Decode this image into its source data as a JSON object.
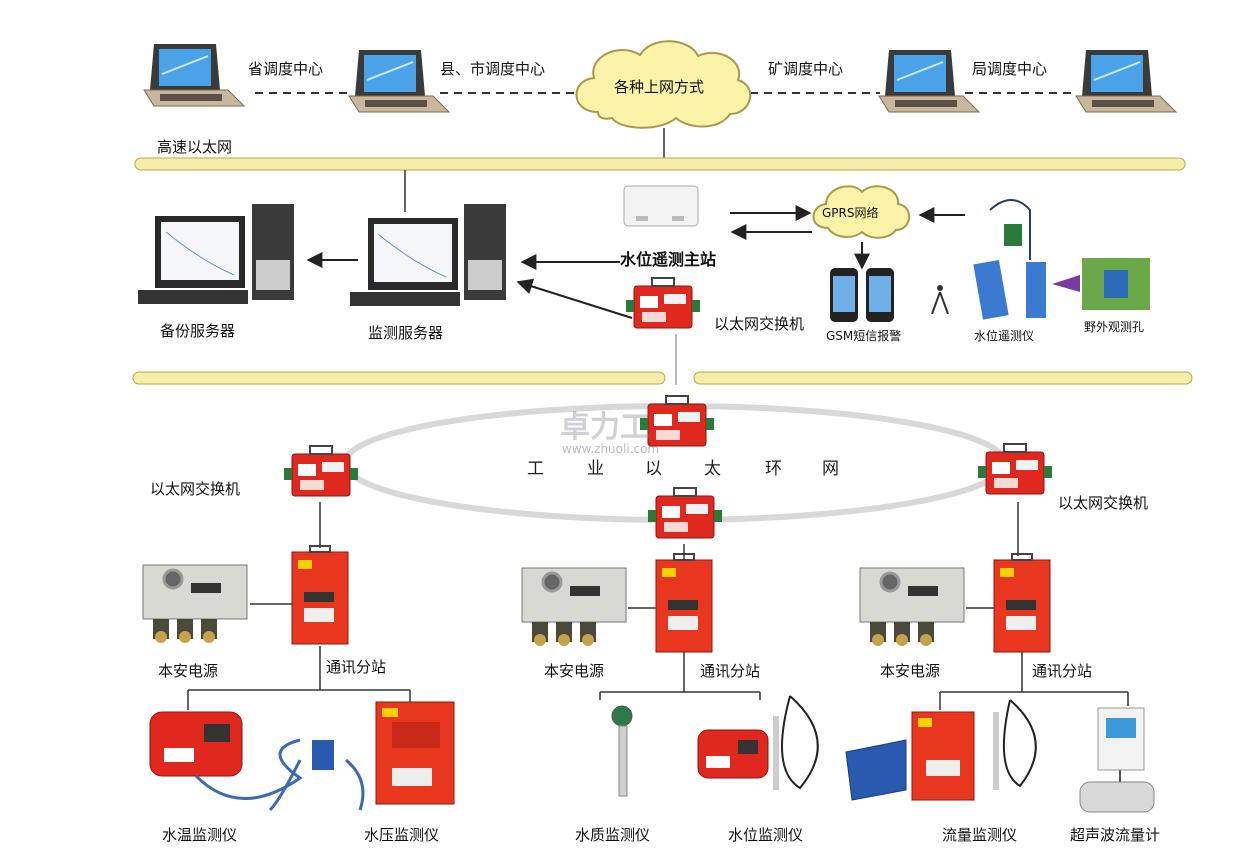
{
  "top_network": {
    "nodes": [
      "省调度中心",
      "县、市调度中心",
      "矿调度中心",
      "局调度中心"
    ],
    "cloud_label": "各种上网方式",
    "bus_label": "高速以太网"
  },
  "servers": {
    "backup": "备份服务器",
    "monitor": "监测服务器"
  },
  "remote": {
    "main_station": "水位遥测主站",
    "gprs": "GPRS网络",
    "gsm": "GSM短信报警",
    "telemeter": "水位遥测仪",
    "field_hole": "野外观测孔",
    "switch": "以太网交换机"
  },
  "ring": {
    "label_chars": [
      "工",
      "业",
      "以",
      "太",
      "环",
      "网"
    ],
    "left_switch": "以太网交换机",
    "right_switch": "以太网交换机"
  },
  "watermark": {
    "text": "卓力工",
    "url": "www.zhuoli.com"
  },
  "branches": [
    {
      "power": "本安电源",
      "substation": "通讯分站",
      "devices": [
        "水温监测仪",
        "水压监测仪"
      ]
    },
    {
      "power": "本安电源",
      "substation": "通讯分站",
      "devices": [
        "水质监测仪",
        "水位监测仪"
      ]
    },
    {
      "power": "本安电源",
      "substation": "通讯分站",
      "devices": [
        "流量监测仪",
        "超声波流量计"
      ]
    }
  ],
  "colors": {
    "bus": "#f5eeaa",
    "bus_border": "#b8a84a",
    "device_red": "#e0281f",
    "ring": "#dadada"
  }
}
